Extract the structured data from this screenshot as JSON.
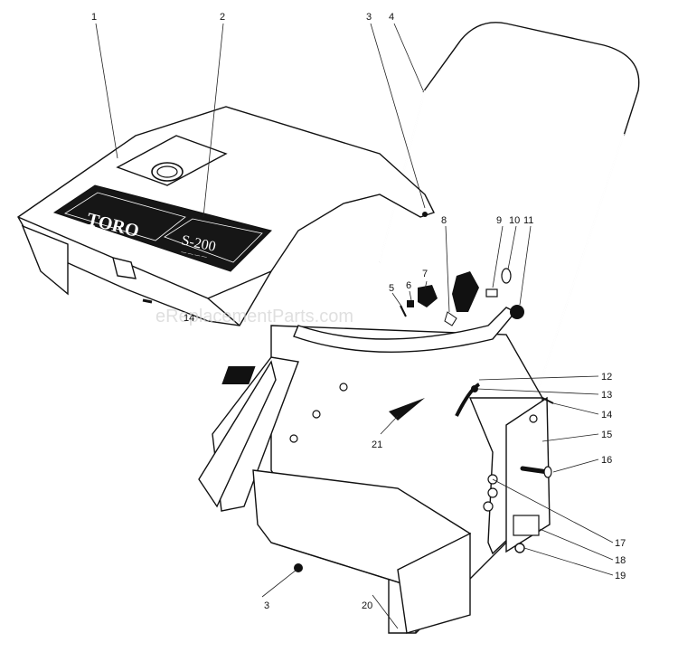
{
  "callouts": [
    {
      "id": "1",
      "text": "1"
    },
    {
      "id": "2",
      "text": "2"
    },
    {
      "id": "3a",
      "text": "3"
    },
    {
      "id": "4",
      "text": "4"
    },
    {
      "id": "5",
      "text": "5"
    },
    {
      "id": "6",
      "text": "6"
    },
    {
      "id": "7",
      "text": "7"
    },
    {
      "id": "8",
      "text": "8"
    },
    {
      "id": "9",
      "text": "9"
    },
    {
      "id": "10",
      "text": "10"
    },
    {
      "id": "11",
      "text": "11"
    },
    {
      "id": "12",
      "text": "12"
    },
    {
      "id": "13",
      "text": "13"
    },
    {
      "id": "14a",
      "text": "14"
    },
    {
      "id": "14b",
      "text": "14"
    },
    {
      "id": "15",
      "text": "15"
    },
    {
      "id": "16",
      "text": "16"
    },
    {
      "id": "17",
      "text": "17"
    },
    {
      "id": "18",
      "text": "18"
    },
    {
      "id": "19",
      "text": "19"
    },
    {
      "id": "20",
      "text": "20"
    },
    {
      "id": "21",
      "text": "21"
    },
    {
      "id": "3b",
      "text": "3"
    }
  ],
  "decal": {
    "brand": "TORO",
    "model": "S-200",
    "subtitle_line1": "— — — —",
    "subtitle_line2": "— — —"
  },
  "watermark": "eReplacementParts.com",
  "colors": {
    "ink": "#111111",
    "paper": "#ffffff",
    "decal": "#161616"
  }
}
